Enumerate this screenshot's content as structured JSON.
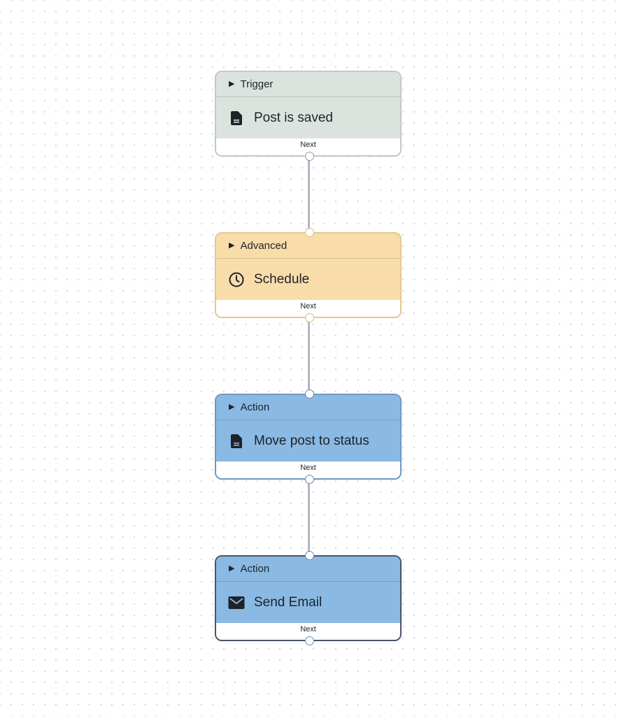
{
  "workflow": {
    "nodes": [
      {
        "type_label": "Trigger",
        "title": "Post is saved",
        "icon": "document-icon",
        "footer_label": "Next"
      },
      {
        "type_label": "Advanced",
        "title": "Schedule",
        "icon": "clock-icon",
        "footer_label": "Next"
      },
      {
        "type_label": "Action",
        "title": "Move post to status",
        "icon": "document-icon",
        "footer_label": "Next"
      },
      {
        "type_label": "Action",
        "title": "Send Email",
        "icon": "envelope-icon",
        "footer_label": "Next"
      }
    ]
  },
  "colors": {
    "trigger": "#dce3df",
    "advanced": "#f8ddab",
    "action": "#8ab9e3",
    "connector": "#b7b4c0"
  }
}
